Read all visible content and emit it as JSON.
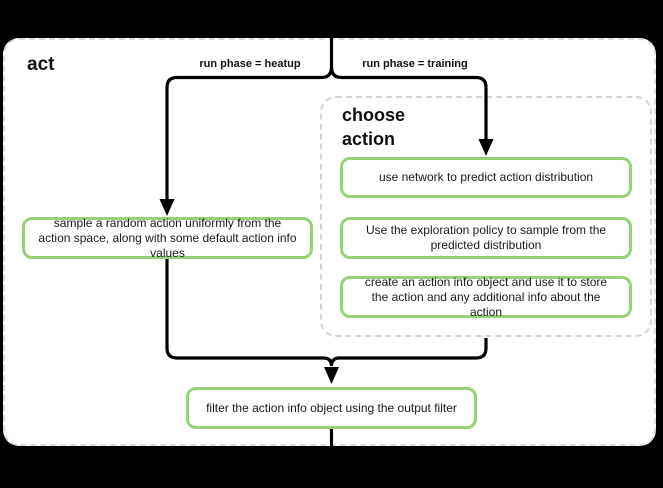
{
  "diagram": {
    "container_title": "act",
    "branch_labels": {
      "heatup": "run phase = heatup",
      "training": "run phase = training"
    },
    "group": {
      "title": "choose action"
    },
    "nodes": {
      "sample_random_action": "sample a random action uniformly from the action space, along with some default action info values",
      "use_network": "use network to predict action distribution",
      "exploration_policy": "Use the exploration policy to sample from the predicted distribution",
      "create_action_info": "create an action info object and use it to store the action and any additional info about the action",
      "filter_action_info": "filter the action info object using the output filter"
    },
    "colors": {
      "background": "#000000",
      "container_fill": "#ffffff",
      "container_border": "#dcdcdc",
      "group_border": "#d6d6d6",
      "node_border": "#97d077",
      "node_fill": "#ffffff",
      "connector": "#000000",
      "text": "#1a1a1a"
    }
  }
}
